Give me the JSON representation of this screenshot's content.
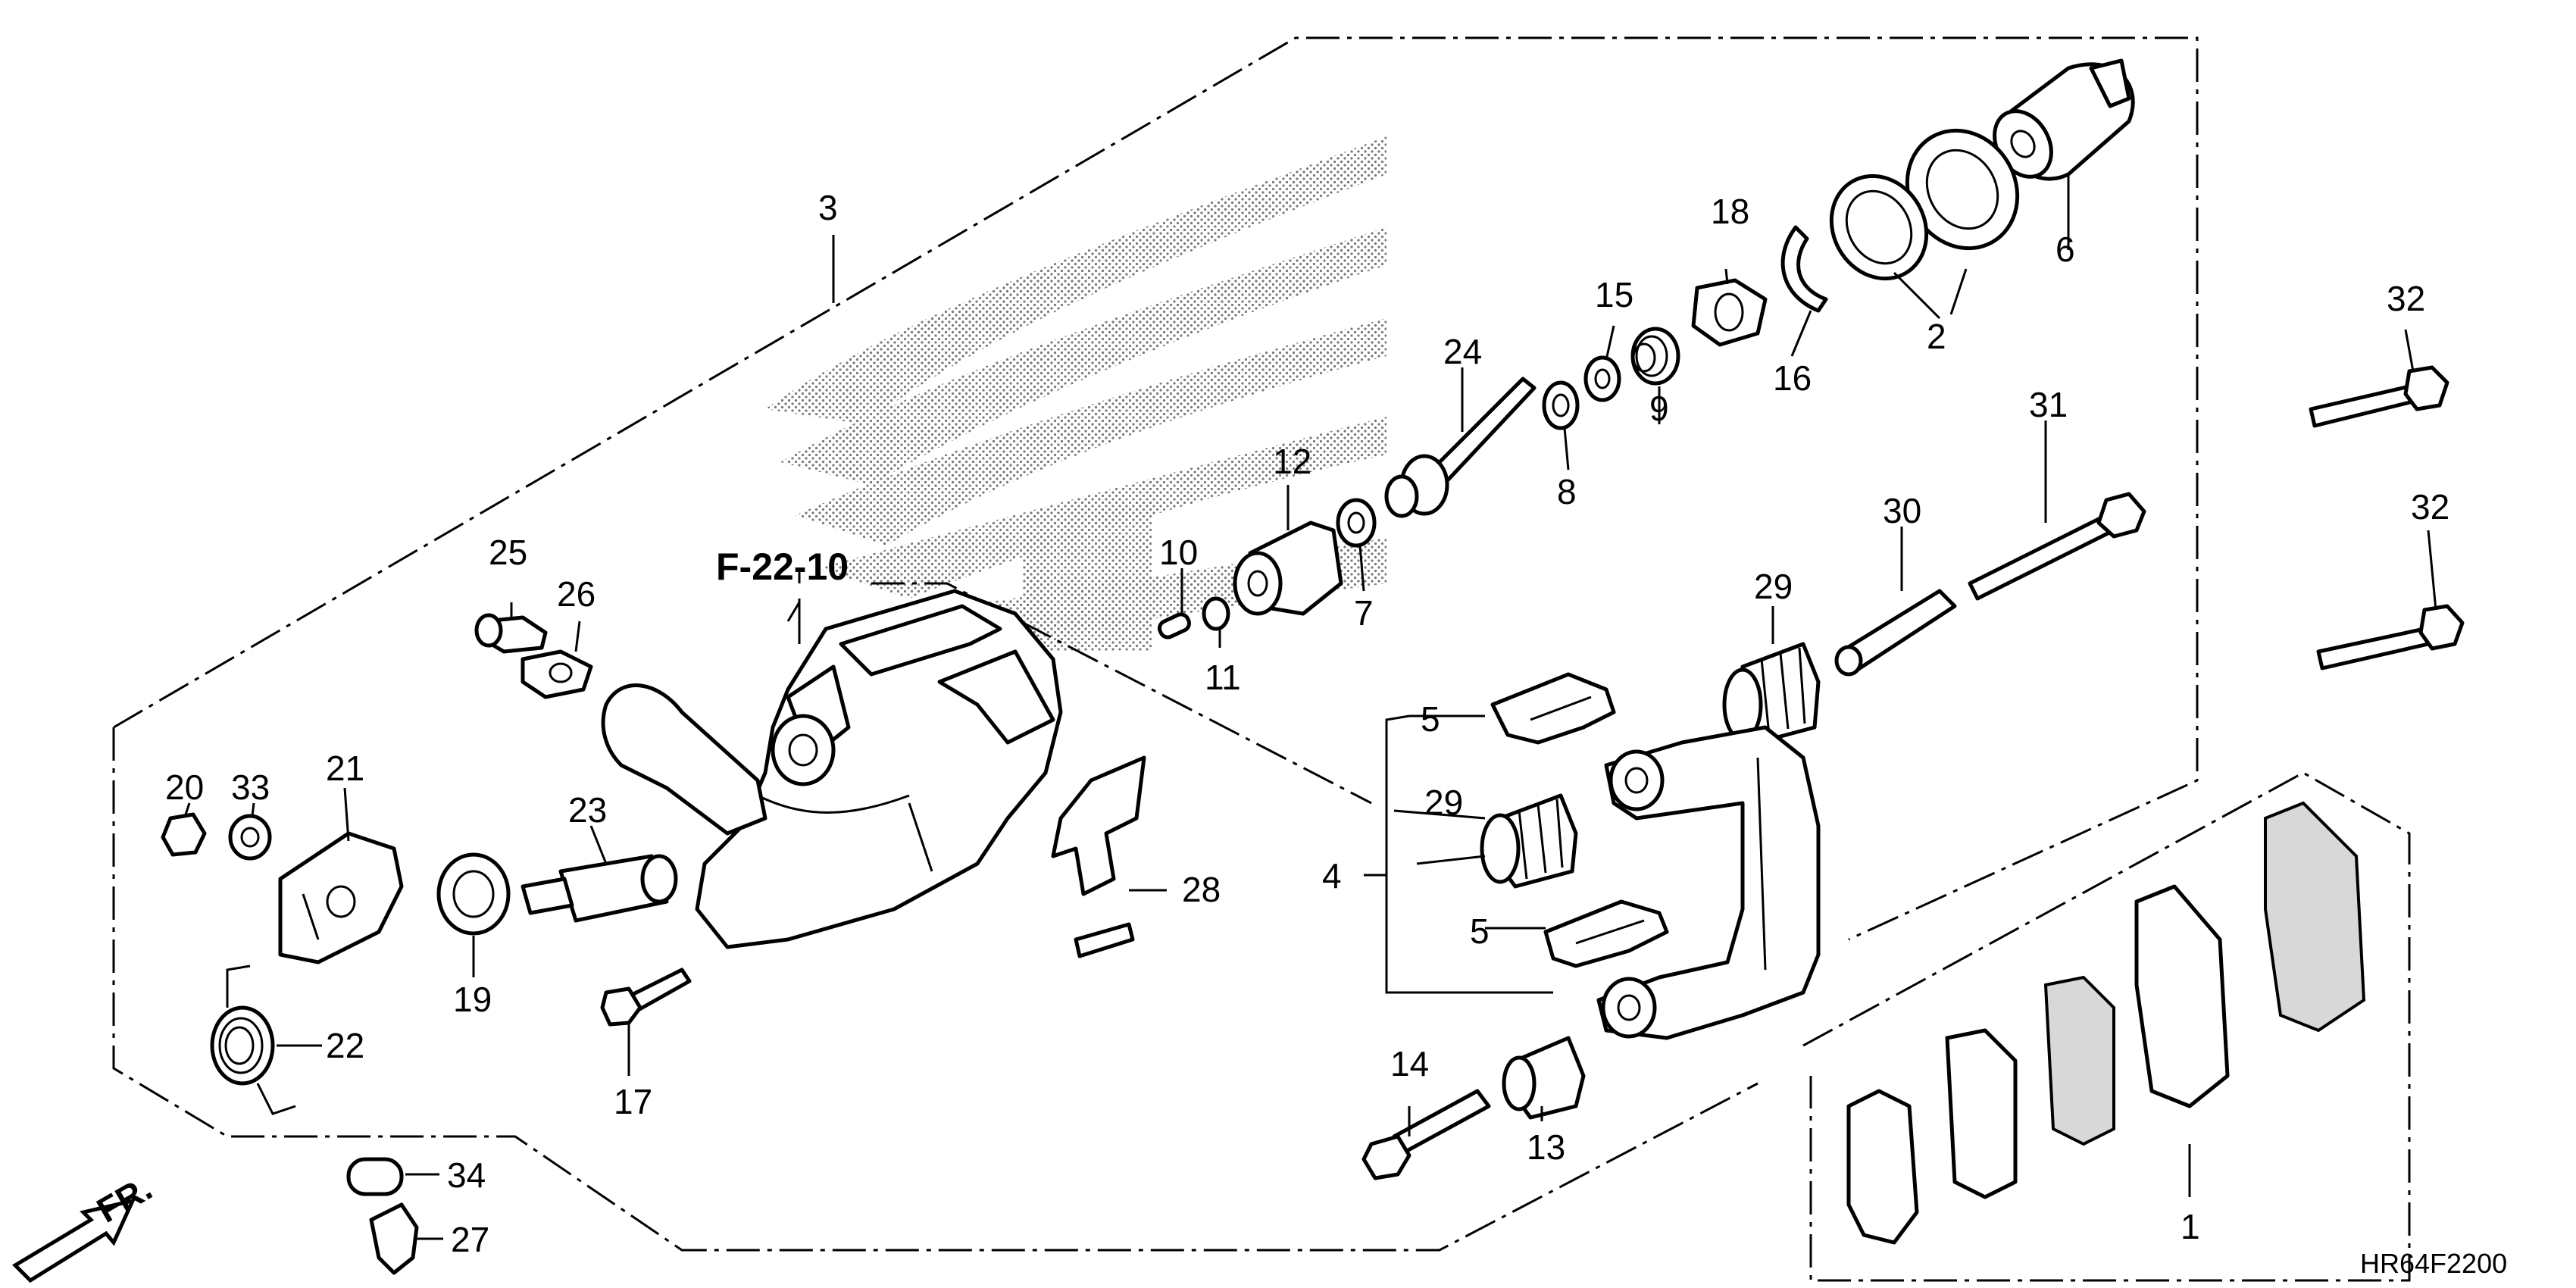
{
  "diagram": {
    "reference": "F-22-10",
    "drawing_code": "HR64F2200",
    "front_marker": "FR.",
    "callouts": {
      "c1": "1",
      "c2": "2",
      "c3": "3",
      "c4": "4",
      "c5a": "5",
      "c5b": "5",
      "c6": "6",
      "c7": "7",
      "c8": "8",
      "c9": "9",
      "c10": "10",
      "c11": "11",
      "c12": "12",
      "c13": "13",
      "c14": "14",
      "c15": "15",
      "c16": "16",
      "c17": "17",
      "c18": "18",
      "c19": "19",
      "c20": "20",
      "c21": "21",
      "c22": "22",
      "c23": "23",
      "c24": "24",
      "c25": "25",
      "c26": "26",
      "c27": "27",
      "c28": "28",
      "c29a": "29",
      "c29b": "29",
      "c30": "30",
      "c31": "31",
      "c32a": "32",
      "c32b": "32",
      "c33": "33",
      "c34": "34"
    }
  }
}
